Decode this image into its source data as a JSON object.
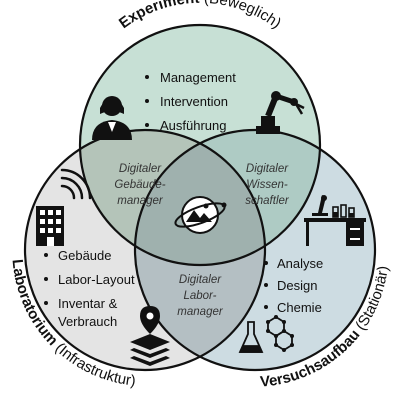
{
  "colors": {
    "experiment": "#c7e0d5",
    "laboratorium": "#e4e4e4",
    "versuchsaufbau": "#cddce2",
    "outline": "#111111"
  },
  "experiment": {
    "title_bold": "Experiment",
    "title_rest": " (Beweglich)",
    "items": [
      "Management",
      "Intervention",
      "Ausführung"
    ]
  },
  "laboratorium": {
    "title_bold": "Laboratorium",
    "title_rest": " (Infrastruktur)",
    "items": [
      "Gebäude",
      "Labor-Layout",
      "Inventar &",
      "Verbrauch"
    ]
  },
  "versuchsaufbau": {
    "title_bold": "Versuchsaufbau",
    "title_rest": " (Stationär)",
    "items": [
      "Analyse",
      "Design",
      "Chemie"
    ]
  },
  "overlaps": {
    "gebaeude": [
      "Digitaler",
      "Gebäude-",
      "manager"
    ],
    "wissen": [
      "Digitaler",
      "Wissen-",
      "schaftler"
    ],
    "labor": [
      "Digitaler",
      "Labor-",
      "manager"
    ]
  },
  "icons": {
    "experiment": [
      "person-icon",
      "robot-arm-icon"
    ],
    "laboratorium": [
      "building-wifi-icon",
      "location-layers-icon"
    ],
    "versuchsaufbau": [
      "lab-bench-icon",
      "flask-molecule-icon"
    ],
    "center": "digital-twin-globe-icon"
  }
}
